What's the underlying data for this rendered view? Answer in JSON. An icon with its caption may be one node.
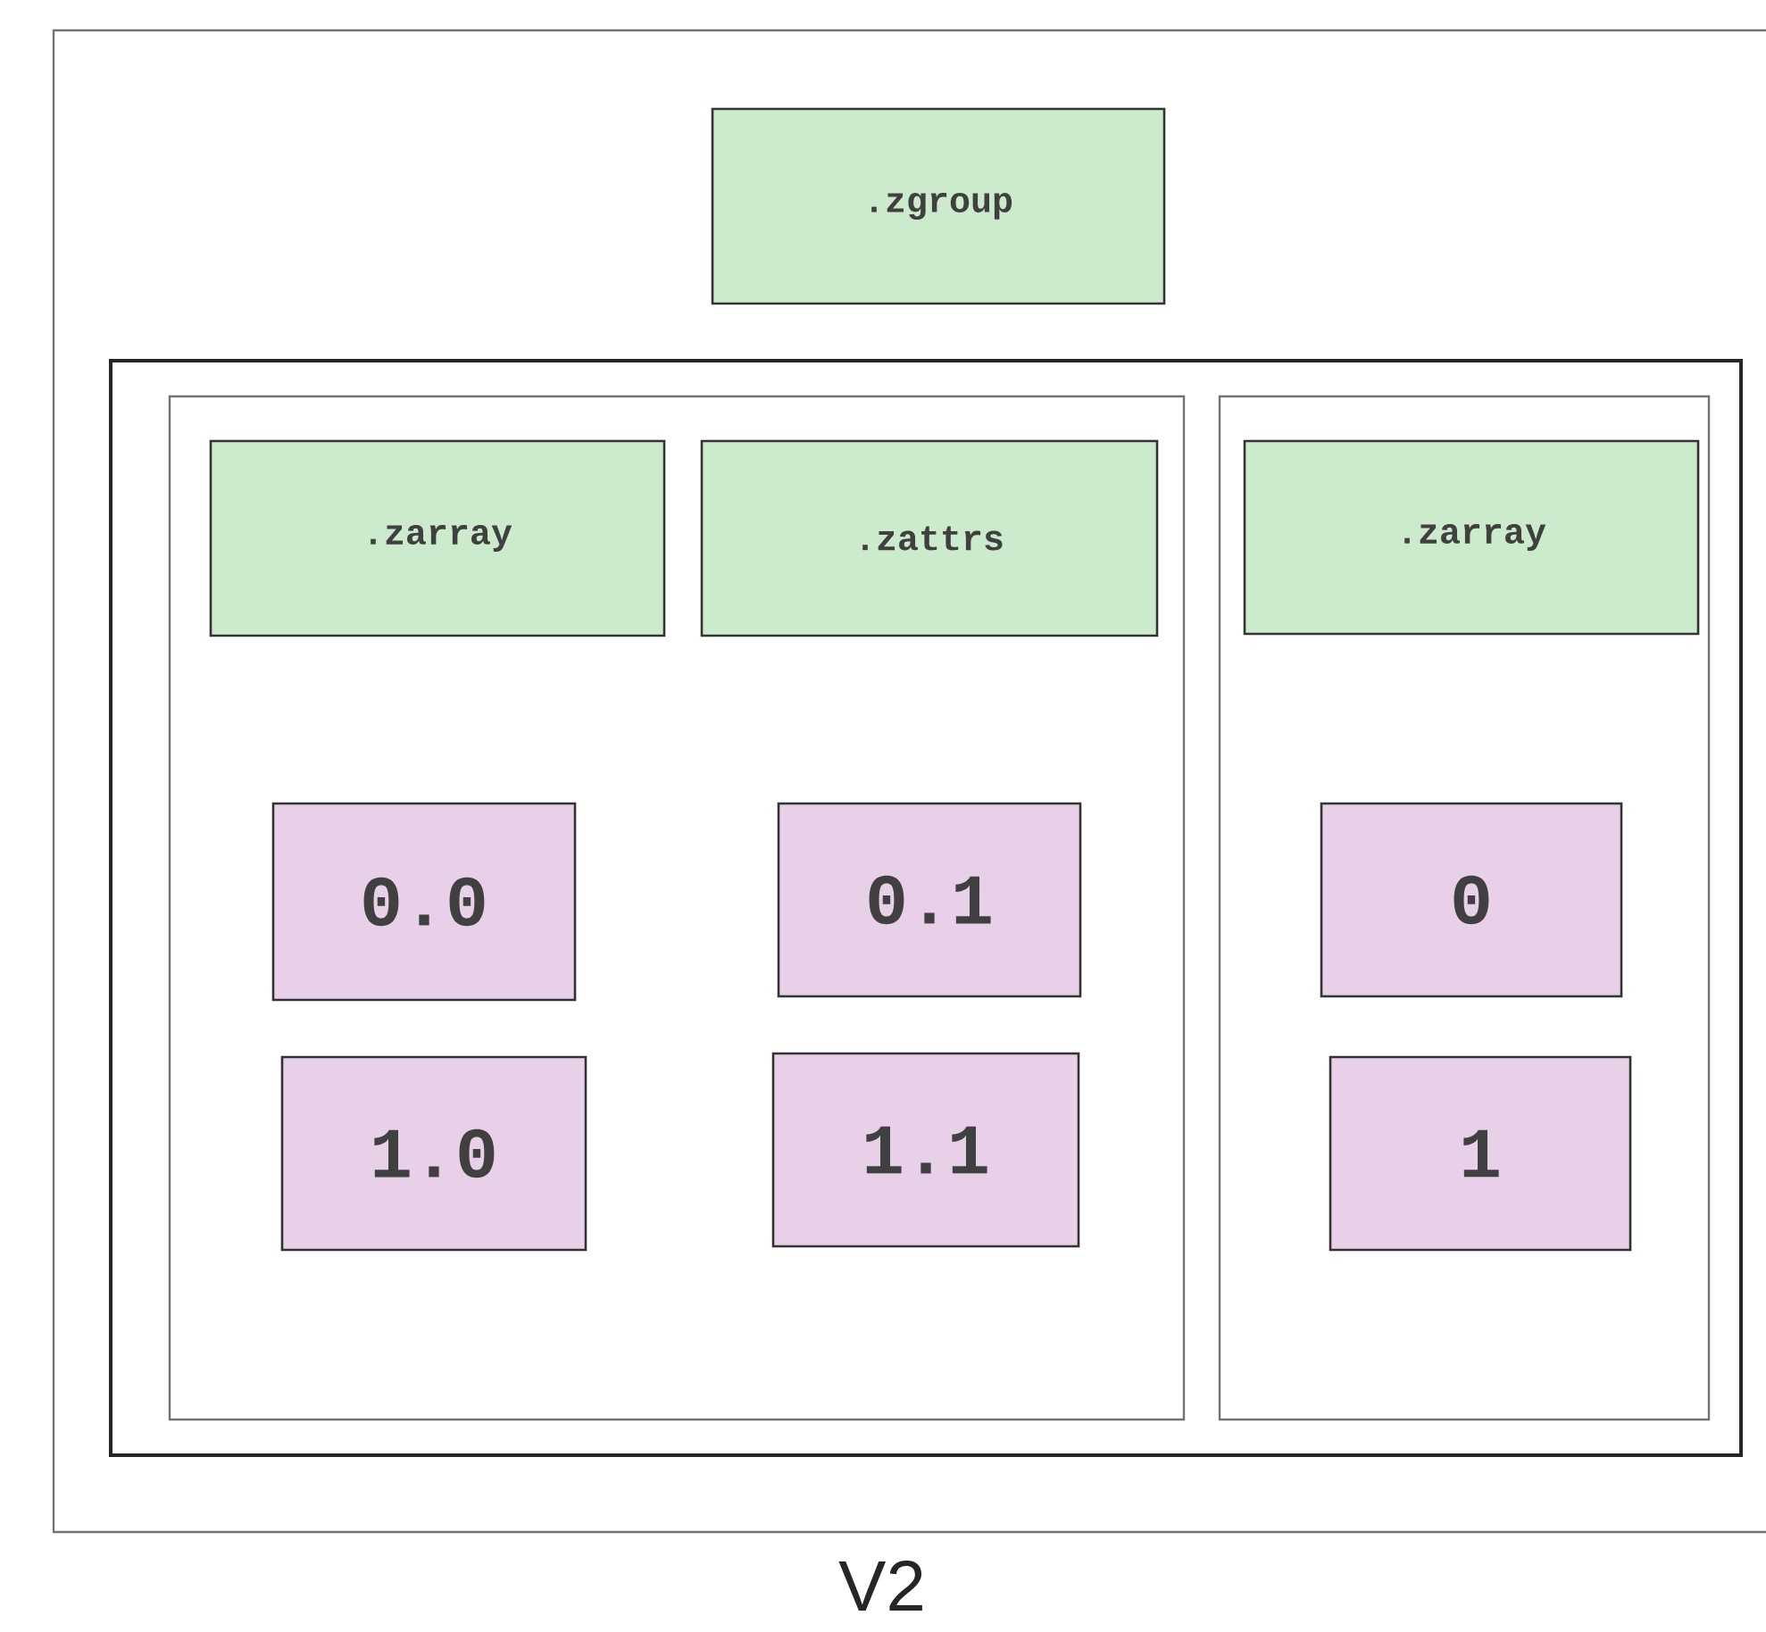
{
  "diagram": {
    "caption": "V2",
    "nodes": [
      {
        "text": [],
        "shape": "box"
      },
      {
        "text": [
          ".zgroup"
        ],
        "in": 0
      },
      {
        "text": [],
        "shape": "box",
        "in": 0
      },
      {
        "text": [],
        "shape": "box",
        "in": 2
      },
      {
        "text": [],
        "shape": "box",
        "in": 2
      },
      {
        "text": [
          ".zarray"
        ],
        "in": 3
      },
      {
        "text": [
          ".zattrs"
        ],
        "in": 3
      },
      {
        "text": [
          ".zarray"
        ],
        "in": 4
      },
      {
        "text": [
          "0.0"
        ],
        "in": 3
      },
      {
        "text": [
          "0.1"
        ],
        "in": 3
      },
      {
        "text": [
          "0"
        ],
        "in": 4
      },
      {
        "text": [
          "1.0"
        ],
        "in": 3
      },
      {
        "text": [
          "1.1"
        ],
        "in": 3
      },
      {
        "text": [
          "1"
        ],
        "in": 4
      }
    ]
  }
}
